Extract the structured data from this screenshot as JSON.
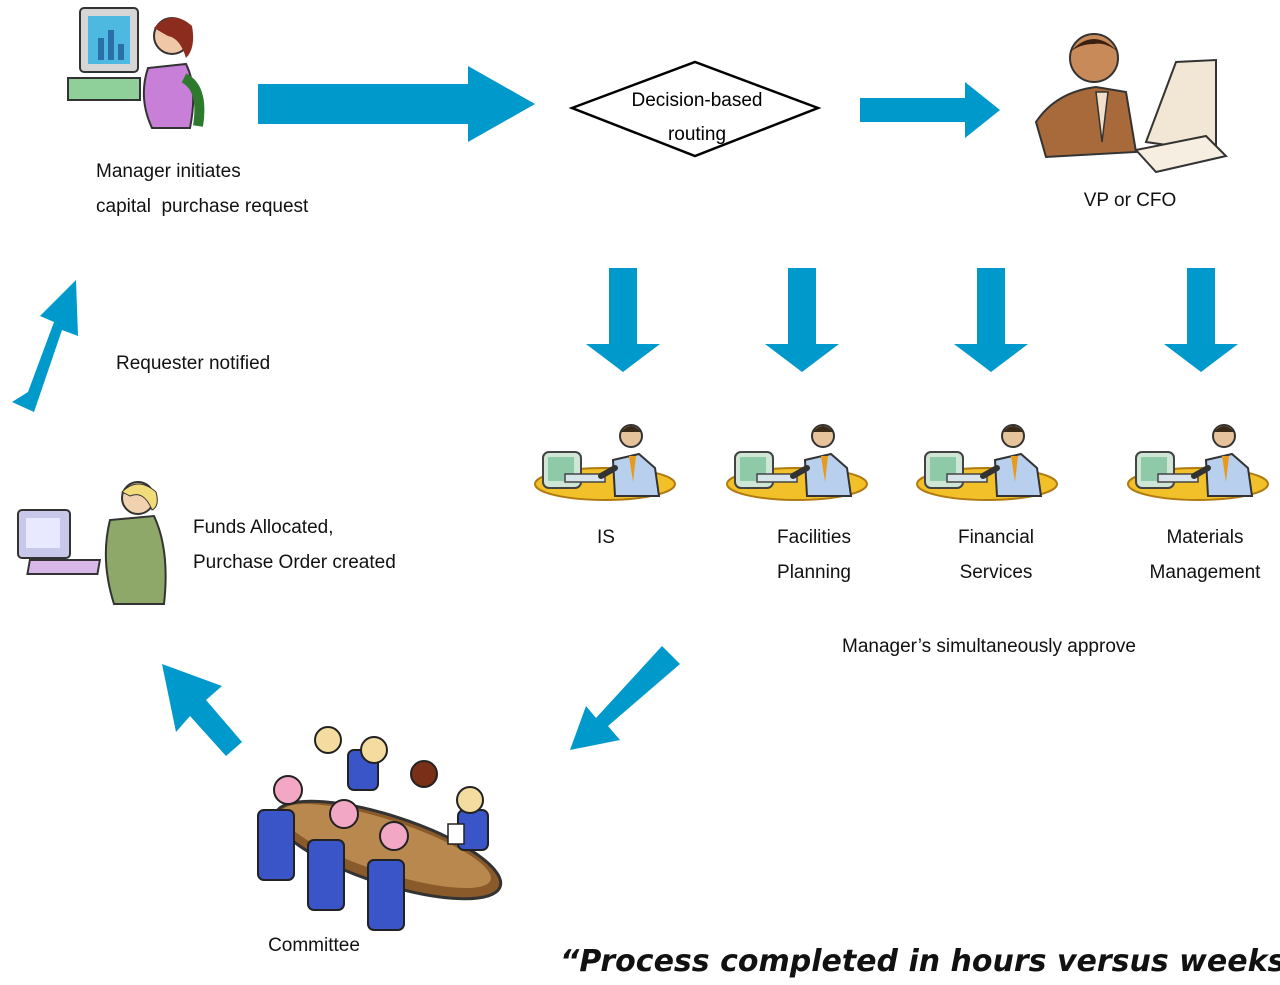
{
  "colors": {
    "arrow": "#0099cc",
    "decision_border": "#000000",
    "worker_shirt": "#b8d0ee",
    "desk_yellow": "#f2c12a"
  },
  "initiator": {
    "icon": "woman-at-computer-icon",
    "label_line1": "Manager initiates",
    "label_line2": "capital  purchase request"
  },
  "transfer": {
    "icon": "document-transfer-icon"
  },
  "decision": {
    "line1": "Decision-based",
    "line2": "routing"
  },
  "approver": {
    "icon": "man-at-computer-icon",
    "label": "VP or CFO"
  },
  "departments": [
    {
      "icon": "worker-at-computer-icon",
      "line1": "IS",
      "line2": ""
    },
    {
      "icon": "worker-at-computer-icon",
      "line1": "Facilities",
      "line2": "Planning"
    },
    {
      "icon": "worker-at-computer-icon",
      "line1": "Financial",
      "line2": "Services"
    },
    {
      "icon": "worker-at-computer-icon",
      "line1": "Materials",
      "line2": "Management"
    }
  ],
  "approve_note": "Manager’s simultaneously approve",
  "committee": {
    "icon": "committee-meeting-icon",
    "label": "Committee"
  },
  "funds": {
    "icon": "woman-typing-icon",
    "line1": "Funds Allocated,",
    "line2": "Purchase Order created"
  },
  "notify_note": "Requester notified",
  "quote": "“Process completed in hours versus weeks!”"
}
